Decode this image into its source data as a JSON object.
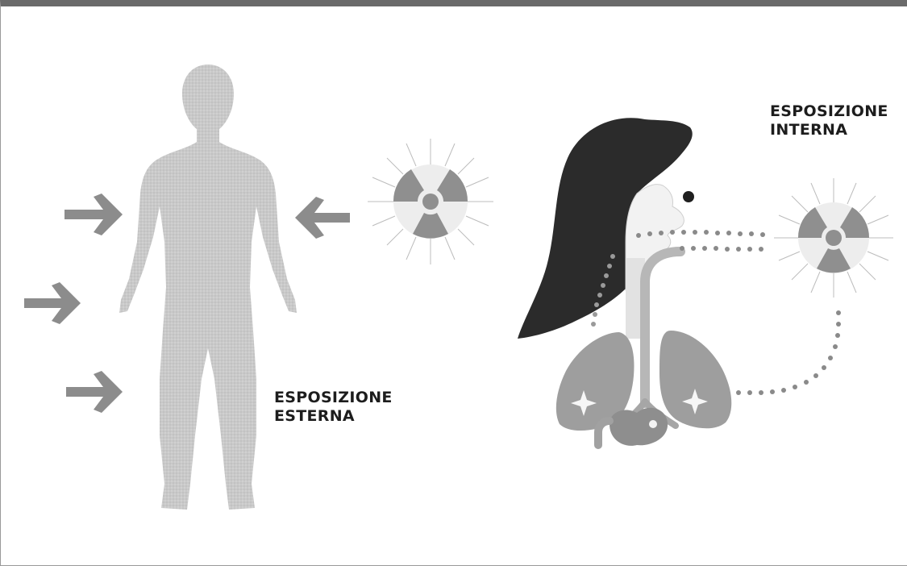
{
  "labels": {
    "external": {
      "line1": "ESPOSIZIONE",
      "line2": "ESTERNA"
    },
    "internal": {
      "line1": "ESPOSIZIONE",
      "line2": "INTERNA"
    }
  },
  "icons": {
    "body": "human-body-icon",
    "arrow": "arrow-right-icon",
    "radiation": "radiation-trefoil-icon",
    "head": "woman-head-profile-icon",
    "lungs": "lungs-icon"
  },
  "colors": {
    "body": "#c9c9c9",
    "arrow": "#8c8c8c",
    "radiation_fill": "#8f8f8f",
    "hair": "#2b2b2b",
    "lungs": "#9e9e9e",
    "dots": "#8a8a8a",
    "text": "#1d1d1d"
  }
}
